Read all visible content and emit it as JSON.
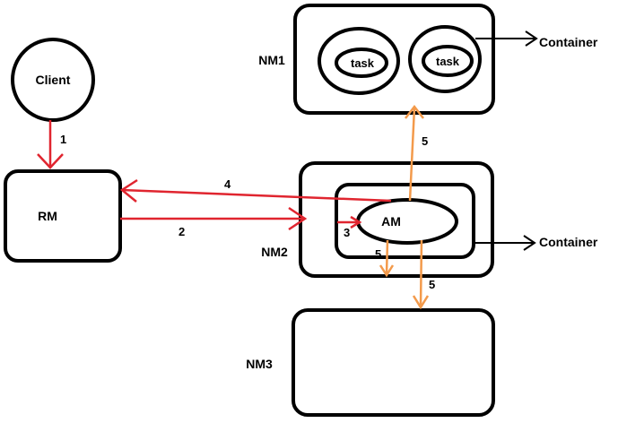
{
  "nodes": {
    "client": "Client",
    "rm": "RM",
    "nm1": "NM1",
    "nm2": "NM2",
    "nm3": "NM3",
    "am": "AM",
    "task_left": "task",
    "task_right": "task",
    "container_top": "Container",
    "container_mid": "Container"
  },
  "steps": {
    "s1": "1",
    "s2": "2",
    "s3": "3",
    "s4": "4",
    "s5a": "5",
    "s5b": "5",
    "s5c": "5"
  },
  "colors": {
    "red_arrow": "#e0252f",
    "orange_arrow": "#f39a4b",
    "outline": "#000000"
  }
}
